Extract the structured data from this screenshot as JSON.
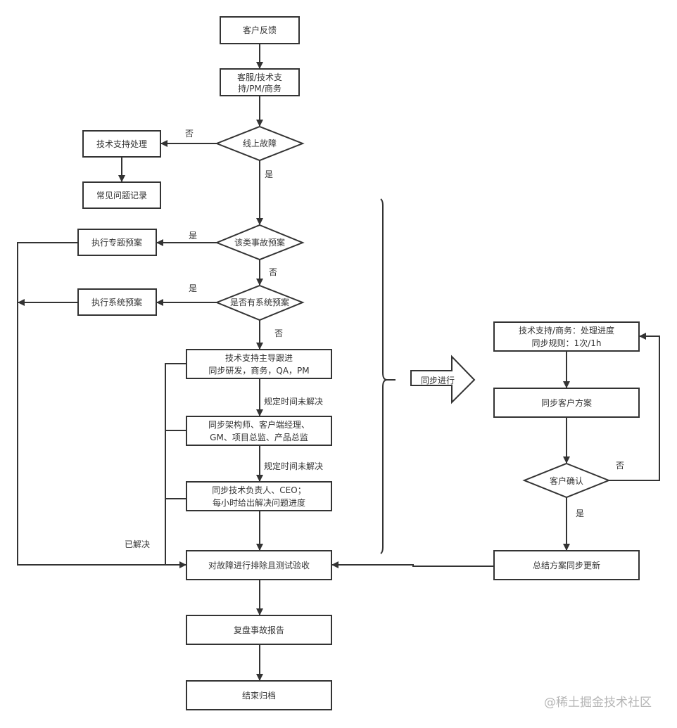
{
  "diagram": {
    "type": "flowchart",
    "colors": {
      "stroke": "#333333",
      "text": "#333333",
      "watermark": "#b5b5b5",
      "background": "#ffffff"
    },
    "nodes": {
      "customer_feedback": {
        "shape": "process",
        "lines": [
          "客户反馈"
        ]
      },
      "support_roles": {
        "shape": "process",
        "lines": [
          "客服/技术支",
          "持/PM/商务"
        ]
      },
      "online_fault": {
        "shape": "decision",
        "lines": [
          "线上故障"
        ]
      },
      "tech_support_handle": {
        "shape": "process",
        "lines": [
          "技术支持处理"
        ]
      },
      "faq_record": {
        "shape": "process",
        "lines": [
          "常见问题记录"
        ]
      },
      "incident_plan_check": {
        "shape": "decision",
        "lines": [
          "该类事故预案"
        ]
      },
      "run_topic_plan": {
        "shape": "process",
        "lines": [
          "执行专题预案"
        ]
      },
      "system_plan_check": {
        "shape": "decision",
        "lines": [
          "是否有系统预案"
        ]
      },
      "run_system_plan": {
        "shape": "process",
        "lines": [
          "执行系统预案"
        ]
      },
      "tech_lead_followup": {
        "shape": "process",
        "lines": [
          "技术支持主导跟进",
          "同步研发，商务，QA，PM"
        ]
      },
      "escalate_architects": {
        "shape": "process",
        "lines": [
          "同步架构师、客户端经理、",
          "GM、项目总监、产品总监"
        ]
      },
      "escalate_ceo": {
        "shape": "process",
        "lines": [
          "同步技术负责人、CEO；",
          "每小时给出解决问题进度"
        ]
      },
      "troubleshoot_test": {
        "shape": "process",
        "lines": [
          "对故障进行排除且测试验收"
        ]
      },
      "postmortem_report": {
        "shape": "process",
        "lines": [
          "复盘事故报告"
        ]
      },
      "close_archive": {
        "shape": "process",
        "lines": [
          "结束归档"
        ]
      },
      "progress_sync": {
        "shape": "process",
        "lines": [
          "技术支持/商务：处理进度",
          "同步规则：1次/1h"
        ]
      },
      "sync_customer_plan": {
        "shape": "process",
        "lines": [
          "同步客户方案"
        ]
      },
      "customer_confirm": {
        "shape": "decision",
        "lines": [
          "客户确认"
        ]
      },
      "summary_update": {
        "shape": "process",
        "lines": [
          "总结方案同步更新"
        ]
      },
      "parallel_arrow": {
        "shape": "block-arrow",
        "lines": [
          "同步进行"
        ]
      }
    },
    "edge_labels": {
      "online_fault_no": "否",
      "online_fault_yes": "是",
      "incident_plan_yes": "是",
      "incident_plan_no": "否",
      "system_plan_yes": "是",
      "system_plan_no": "否",
      "unresolved_1": "规定时间未解决",
      "unresolved_2": "规定时间未解决",
      "resolved": "已解决",
      "confirm_no": "否",
      "confirm_yes": "是"
    },
    "edges": [
      {
        "from": "customer_feedback",
        "to": "support_roles"
      },
      {
        "from": "support_roles",
        "to": "online_fault"
      },
      {
        "from": "online_fault",
        "to": "tech_support_handle",
        "label": "否"
      },
      {
        "from": "tech_support_handle",
        "to": "faq_record"
      },
      {
        "from": "online_fault",
        "to": "incident_plan_check",
        "label": "是"
      },
      {
        "from": "incident_plan_check",
        "to": "run_topic_plan",
        "label": "是"
      },
      {
        "from": "incident_plan_check",
        "to": "system_plan_check",
        "label": "否"
      },
      {
        "from": "system_plan_check",
        "to": "run_system_plan",
        "label": "是"
      },
      {
        "from": "system_plan_check",
        "to": "tech_lead_followup",
        "label": "否"
      },
      {
        "from": "tech_lead_followup",
        "to": "escalate_architects",
        "label": "规定时间未解决"
      },
      {
        "from": "escalate_architects",
        "to": "escalate_ceo",
        "label": "规定时间未解决"
      },
      {
        "from": "escalate_ceo",
        "to": "troubleshoot_test"
      },
      {
        "from": "run_topic_plan",
        "to": "troubleshoot_test"
      },
      {
        "from": "run_system_plan",
        "to": "troubleshoot_test"
      },
      {
        "from": "tech_lead_followup",
        "to": "troubleshoot_test",
        "label": "已解决"
      },
      {
        "from": "troubleshoot_test",
        "to": "postmortem_report"
      },
      {
        "from": "postmortem_report",
        "to": "close_archive"
      },
      {
        "from": "progress_sync",
        "to": "sync_customer_plan"
      },
      {
        "from": "sync_customer_plan",
        "to": "customer_confirm"
      },
      {
        "from": "customer_confirm",
        "to": "progress_sync",
        "label": "否"
      },
      {
        "from": "customer_confirm",
        "to": "summary_update",
        "label": "是"
      },
      {
        "from": "summary_update",
        "to": "troubleshoot_test"
      }
    ]
  },
  "watermark": "@稀土掘金技术社区"
}
